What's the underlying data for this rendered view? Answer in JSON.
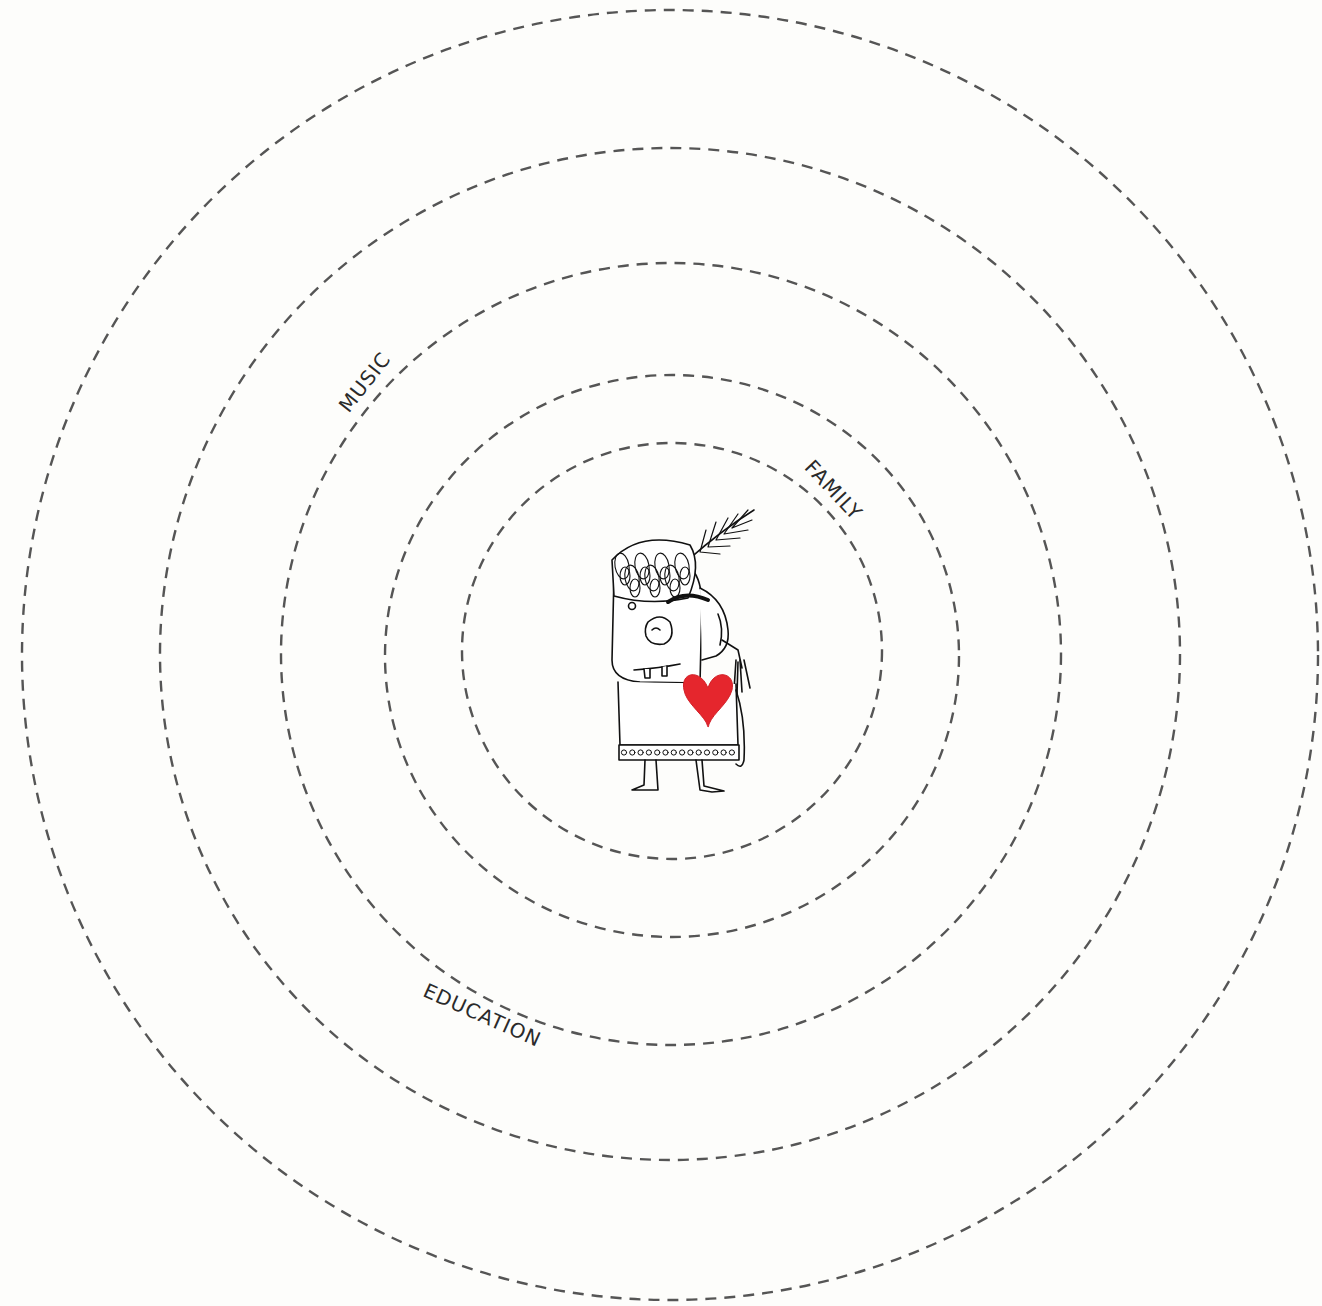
{
  "diagram": {
    "labels": [
      "MUSIC",
      "FAMILY",
      "EDUCATION"
    ]
  }
}
